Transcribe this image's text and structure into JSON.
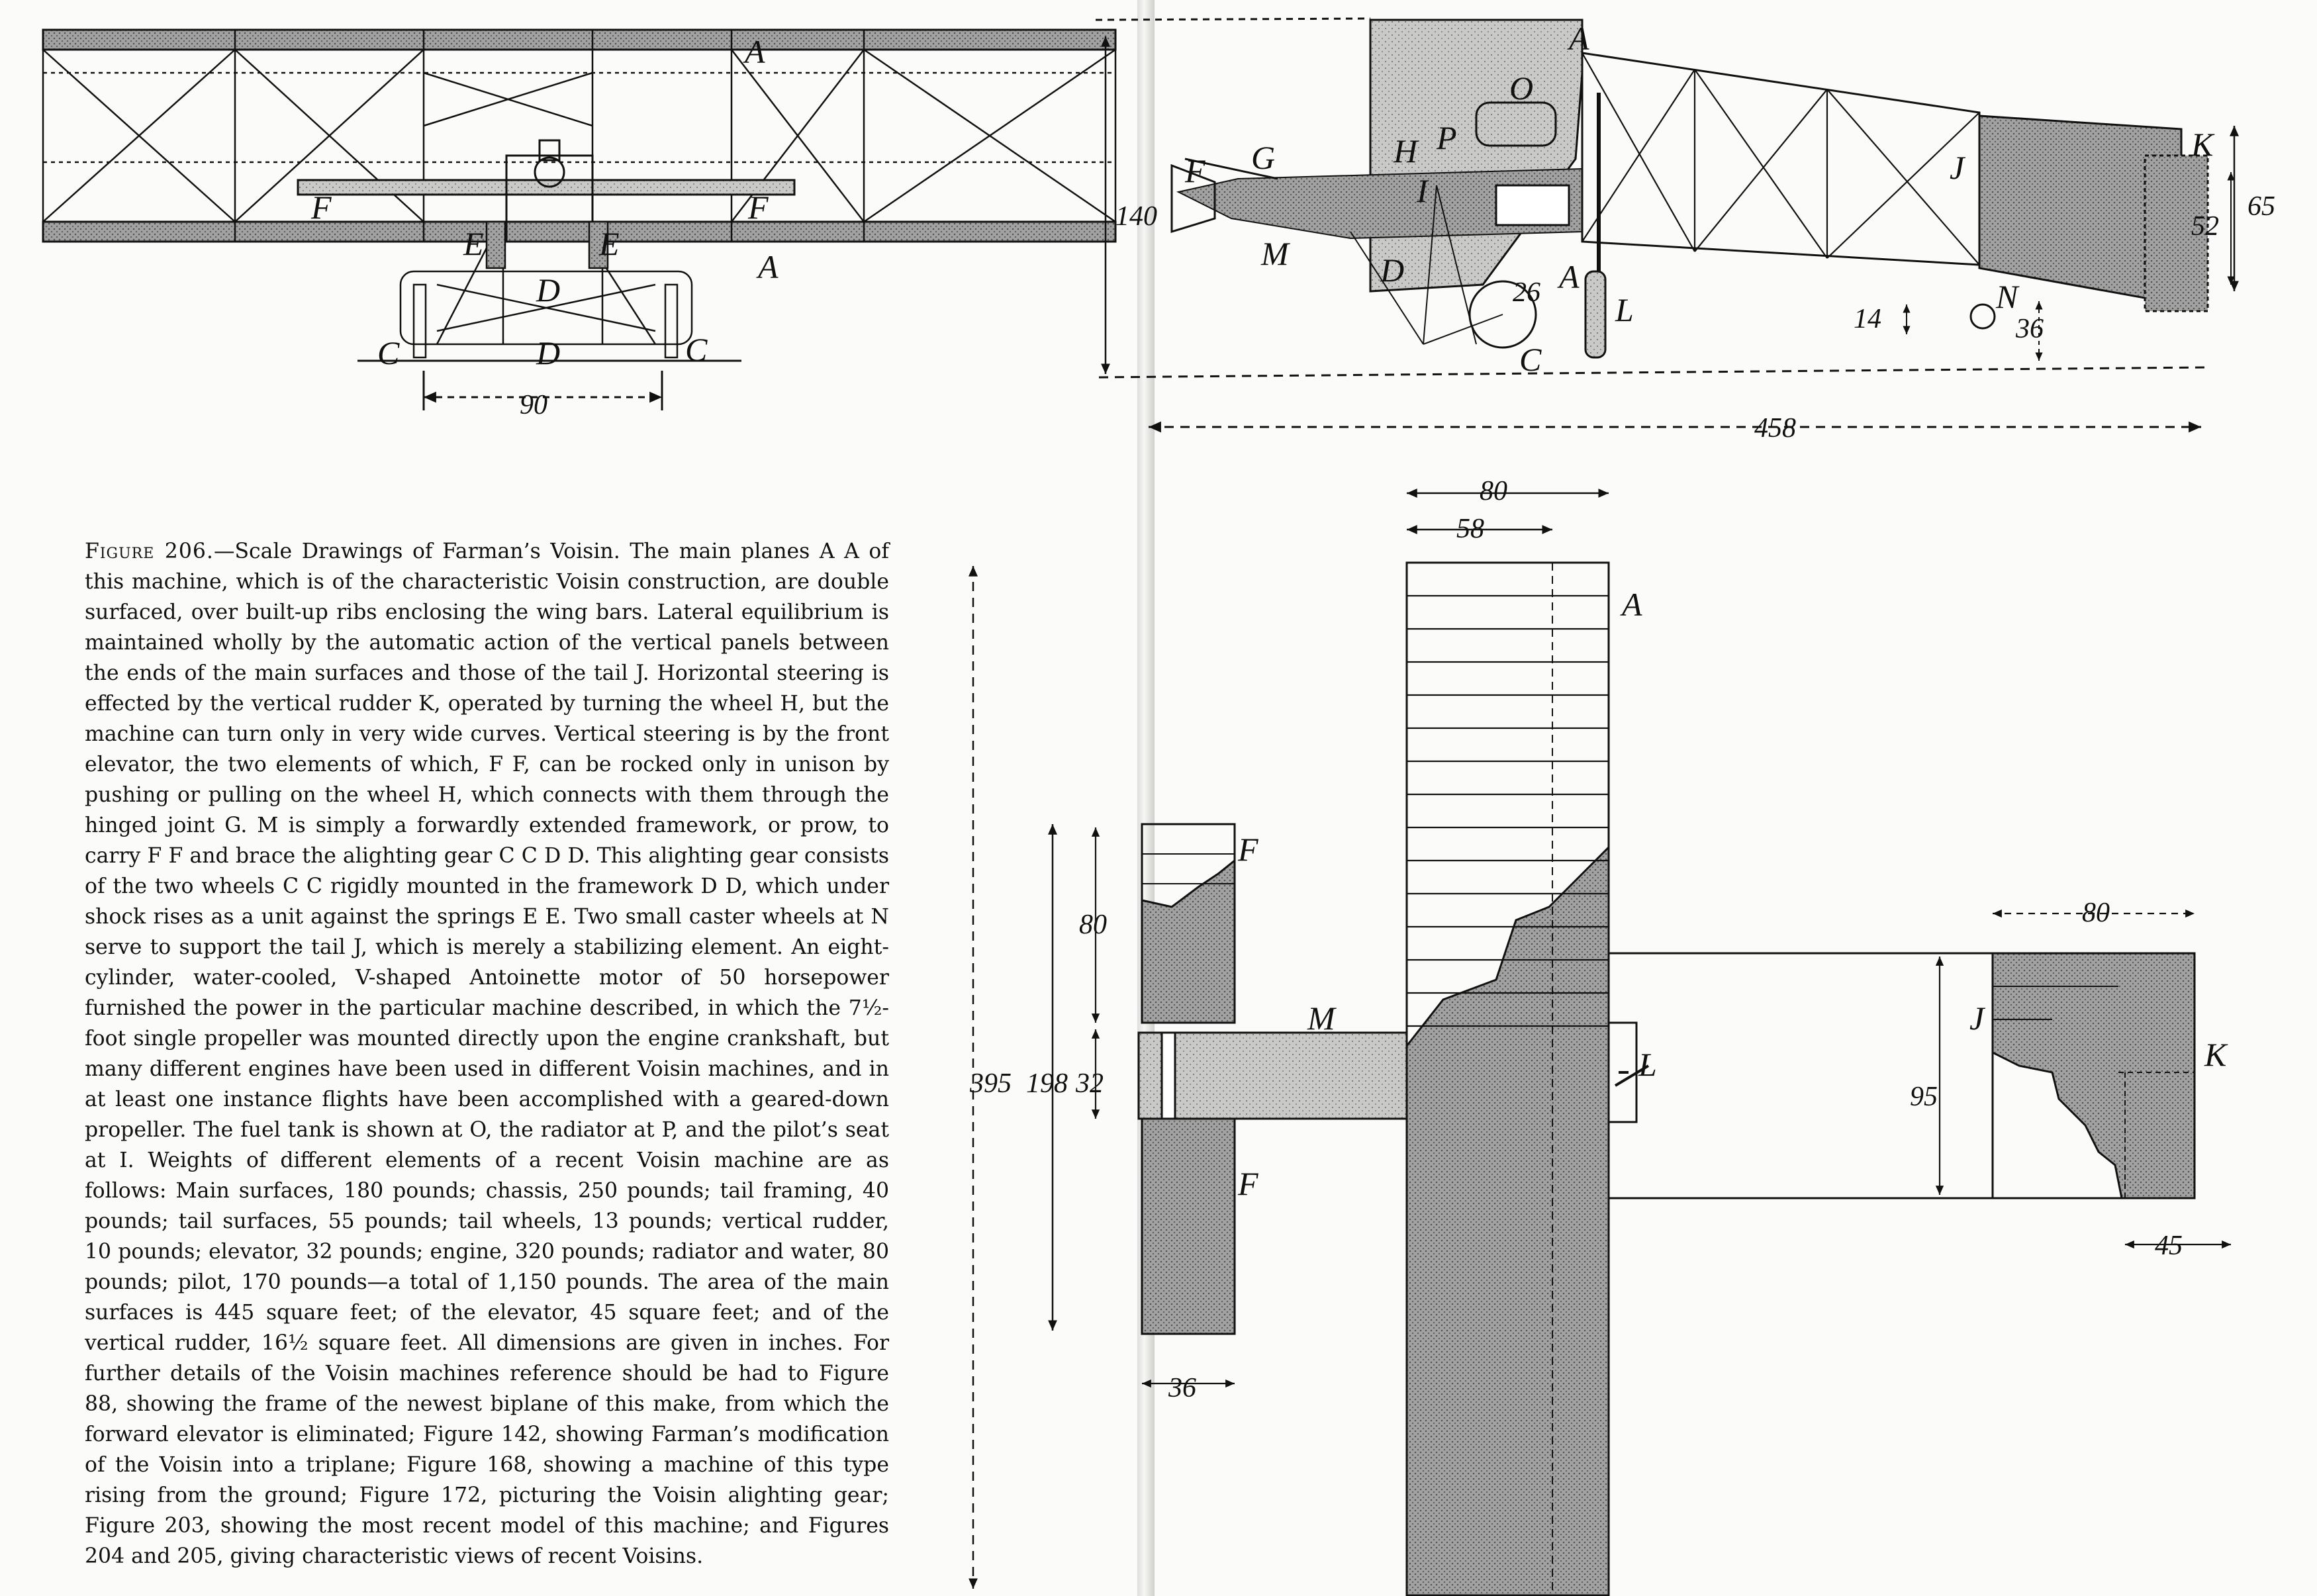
{
  "caption": {
    "figure_label": "Figure 206.",
    "text": "—Scale Drawings of Farman’s Voisin. The main planes A A of this machine, which is of the characteristic Voisin construction, are double surfaced, over built-up ribs enclosing the wing bars. Lateral equilibrium is maintained wholly by the automatic action of the vertical panels between the ends of the main surfaces and those of the tail J. Horizontal steering is effected by the vertical rudder K, operated by turning the wheel H, but the machine can turn only in very wide curves. Vertical steering is by the front elevator, the two elements of which, F F, can be rocked only in unison by pushing or pulling on the wheel H, which connects with them through the hinged joint G. M is simply a forwardly extended framework, or prow, to carry F F and brace the alighting gear C C D D. This alighting gear consists of the two wheels C C rigidly mounted in the framework D D, which under shock rises as a unit against the springs E E. Two small caster wheels at N serve to support the tail J, which is merely a stabilizing element. An eight-cylinder, water-cooled, V-shaped Antoinette motor of 50 horsepower furnished the power in the particular machine described, in which the 7½-foot single propeller was mounted directly upon the engine crankshaft, but many different engines have been used in different Voisin machines, and in at least one instance flights have been accomplished with a geared-down propeller. The fuel tank is shown at O, the radiator at P, and the pilot’s seat at I. Weights of different elements of a recent Voisin machine are as follows: Main surfaces, 180 pounds; chassis, 250 pounds; tail framing, 40 pounds; tail surfaces, 55 pounds; tail wheels, 13 pounds; vertical rudder, 10 pounds; elevator, 32 pounds; engine, 320 pounds; radiator and water, 80 pounds; pilot, 170 pounds—a total of 1,150 pounds. The area of the main surfaces is 445 square feet; of the elevator, 45 square feet; and of the vertical rudder, 16½ square feet. All dimensions are given in inches. For further details of the Voisin machines reference should be had to Figure 88, showing the frame of the newest biplane of this make, from which the forward elevator is eliminated; Figure 142, showing Farman’s modification of the Voisin into a triplane; Figure 168, showing a machine of this type rising from the ground; Figure 172, picturing the Voisin alighting gear; Figure 203, showing the most recent model of this machine; and Figures 204 and 205, giving characteristic views of recent Voisins."
  },
  "front_view": {
    "labels": {
      "A_top": "A",
      "A_bottom": "A",
      "F_left": "F",
      "F_right": "F",
      "E_left": "E",
      "E_right": "E",
      "D_upper": "D",
      "D_lower": "D",
      "C_left": "C",
      "C_right": "C"
    },
    "dimensions": {
      "track": "90"
    }
  },
  "side_view": {
    "labels": {
      "A_top": "A",
      "A_lower": "A",
      "O": "O",
      "G": "G",
      "H": "H",
      "P": "P",
      "I": "I",
      "F": "F",
      "M": "M",
      "D": "D",
      "L": "L",
      "J": "J",
      "K": "K",
      "N": "N",
      "C": "C"
    },
    "dimensions": {
      "height": "140",
      "length": "458",
      "wheel": "26",
      "tail_wheel": "14",
      "tail_clearance": "36",
      "tail_height": "65",
      "tail_gap": "52"
    }
  },
  "plan_view": {
    "labels": {
      "A": "A",
      "F_upper": "F",
      "F_lower": "F",
      "M": "M",
      "L": "L",
      "J": "J",
      "K": "K"
    },
    "dimensions": {
      "chord": "80",
      "inner_chord": "58",
      "span": "395",
      "inner_span": "198",
      "elevator_span": "80",
      "elevator_gap": "32",
      "elevator_chord": "36",
      "tail_chord": "80",
      "tail_span": "95",
      "rudder_chord": "45"
    }
  },
  "colors": {
    "ink": "#111111",
    "paper": "#fbfbf9",
    "fabric": "#8e8e8e"
  }
}
